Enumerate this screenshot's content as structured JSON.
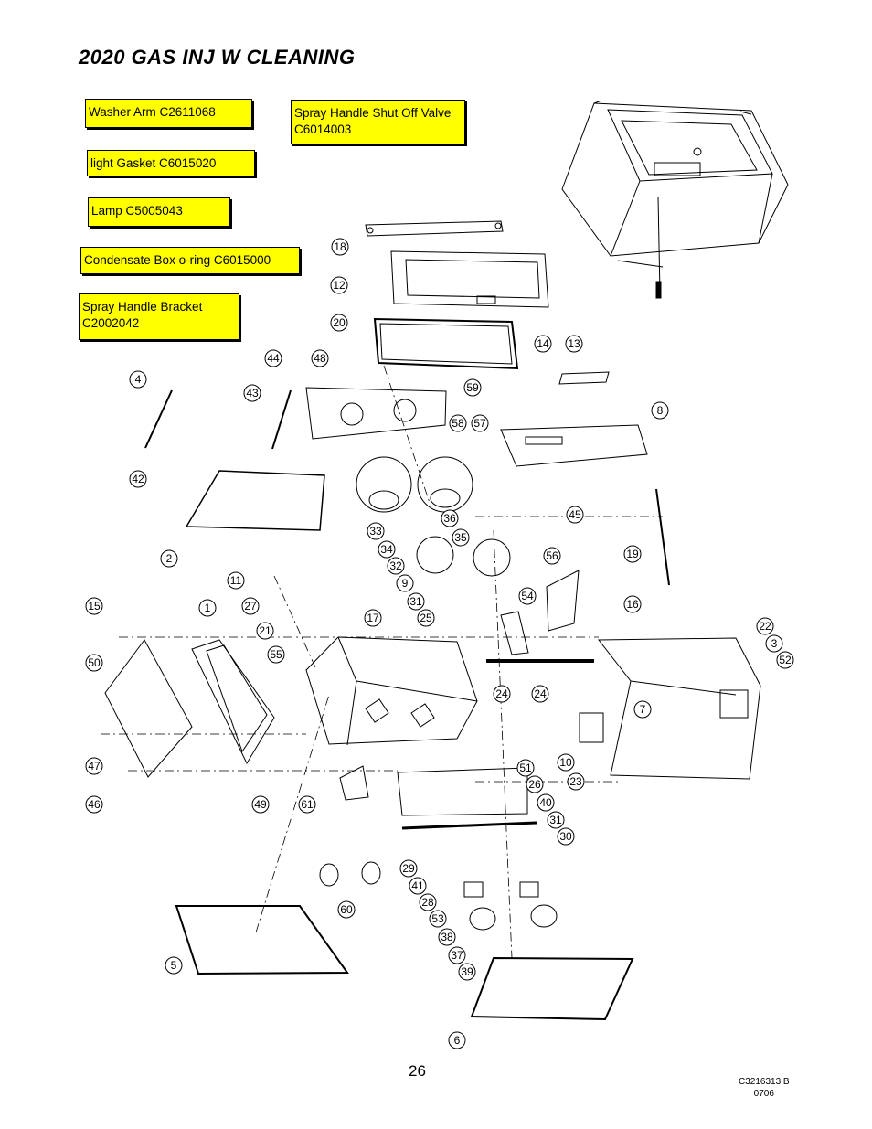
{
  "title": "2020 GAS INJ W CLEANING",
  "notes": [
    {
      "id": "washer-arm",
      "text": "Washer Arm C2611068"
    },
    {
      "id": "spray-valve",
      "text": "Spray Handle Shut Off Valve C6014003"
    },
    {
      "id": "light-gasket",
      "text": "light Gasket C6015020"
    },
    {
      "id": "lamp",
      "text": "Lamp C5005043"
    },
    {
      "id": "condensate",
      "text": "Condensate Box o-ring C6015000"
    },
    {
      "id": "spray-bracket",
      "text": "Spray Handle Bracket C2002042"
    }
  ],
  "callouts": [
    "18",
    "12",
    "20",
    "14",
    "13",
    "44",
    "48",
    "43",
    "4",
    "59",
    "58",
    "57",
    "8",
    "42",
    "36",
    "33",
    "35",
    "34",
    "32",
    "45",
    "9",
    "2",
    "56",
    "19",
    "11",
    "27",
    "31",
    "25",
    "54",
    "15",
    "1",
    "17",
    "16",
    "21",
    "22",
    "3",
    "52",
    "55",
    "50",
    "24",
    "24",
    "7",
    "47",
    "10",
    "51",
    "26",
    "23",
    "46",
    "49",
    "61",
    "40",
    "31",
    "30",
    "29",
    "41",
    "60",
    "28",
    "53",
    "38",
    "37",
    "39",
    "5",
    "6"
  ],
  "page_number": "26",
  "doc_code": "C3216313 B",
  "doc_date": "0706"
}
